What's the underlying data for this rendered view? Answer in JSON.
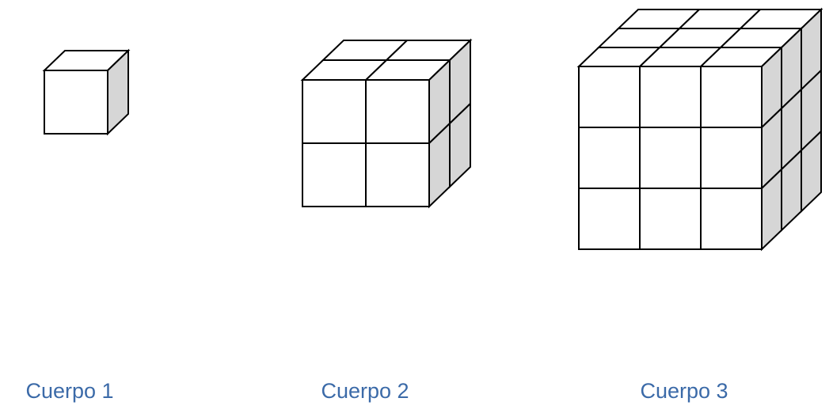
{
  "labels": [
    "Cuerpo 1",
    "Cuerpo 2",
    "Cuerpo 3"
  ],
  "bodies": [
    {
      "label": "Cuerpo 1",
      "units_per_edge": 1
    },
    {
      "label": "Cuerpo 2",
      "units_per_edge": 2
    },
    {
      "label": "Cuerpo 3",
      "units_per_edge": 3
    }
  ],
  "colors": {
    "edge": "#000000",
    "front_face": "#ffffff",
    "top_face": "#ffffff",
    "side_face": "#d6d6d6",
    "label_text": "#3b6aa8"
  }
}
